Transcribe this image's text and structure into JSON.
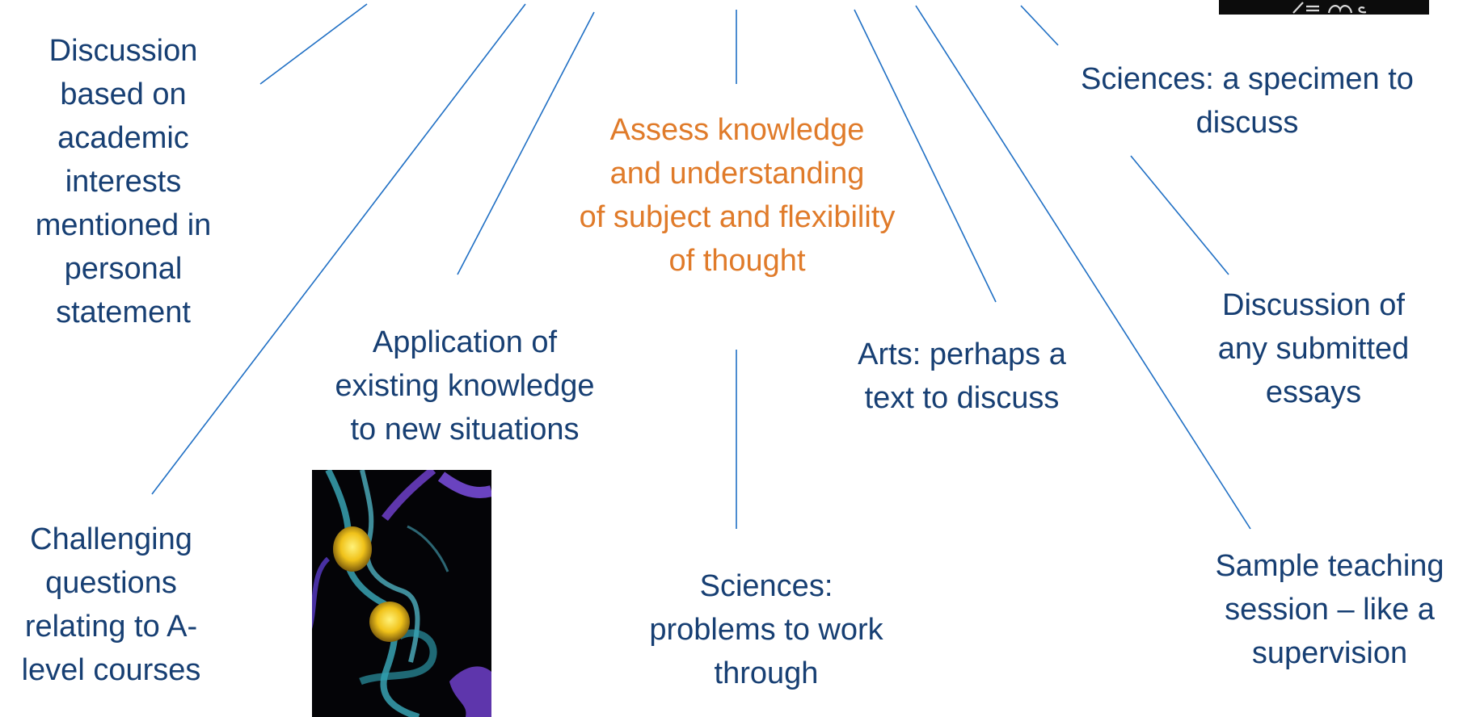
{
  "center": {
    "text": "Assess knowledge\nand understanding\nof subject and flexibility\nof thought",
    "color": "#e07b2a"
  },
  "nodes": {
    "discussion_interests": "Discussion\nbased on\nacademic\ninterests\nmentioned in\npersonal\nstatement",
    "challenging_questions": "Challenging\nquestions\nrelating to A-\nlevel courses",
    "application_knowledge": "Application of\nexisting knowledge\nto new situations",
    "sciences_problems": "Sciences:\nproblems to work\nthrough",
    "arts_text": "Arts: perhaps a\ntext to discuss",
    "sciences_specimen": "Sciences: a specimen to\ndiscuss",
    "submitted_essays": "Discussion of\nany submitted\nessays",
    "sample_teaching": "Sample teaching\nsession – like a\nsupervision"
  },
  "images": {
    "cells_photo": "fluorescent-cell-micrograph",
    "formula_photo": "e-equals-mc-squared-blackboard"
  },
  "colors": {
    "node_text": "#173f73",
    "center_text": "#e07b2a",
    "connector": "#1f6fc4"
  }
}
